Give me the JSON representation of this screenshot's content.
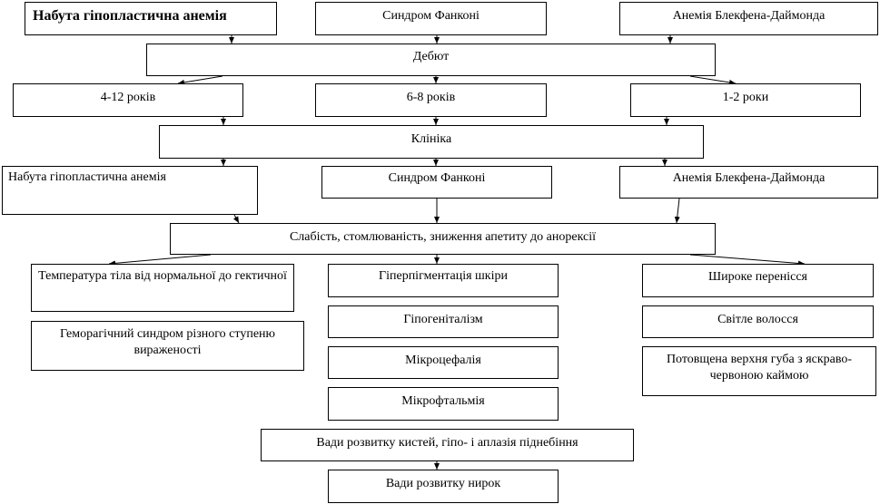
{
  "top": {
    "acquired": "Набута гіпопластична анемія",
    "fanconi": "Синдром Фанконі",
    "diamond": "Анемія Блекфена-Даймонда"
  },
  "onset": {
    "label": "Дебют",
    "ages": [
      "4-12 років",
      "6-8 років",
      "1-2 роки"
    ]
  },
  "clinic": {
    "label": "Клініка",
    "acquired": "Набута гіпопластична анемія",
    "fanconi": "Синдром Фанконі",
    "diamond": "Анемія Блекфена-Даймонда"
  },
  "common": "Слабість, стомлюваність, зниження апетиту до анорексії",
  "acquired_signs": [
    "Температура тіла від нормальної до гектичної",
    "Геморагічний синдром різного ступеню вираженості"
  ],
  "fanconi_signs": [
    "Гіперпігментація шкіри",
    "Гіпогеніталізм",
    "Мікроцефалія",
    "Мікрофтальмія",
    "Вади розвитку кистей, гіпо- і аплазія піднебіння",
    "Вади розвитку нирок"
  ],
  "diamond_signs": [
    "Широке перенісся",
    "Світле волосся",
    "Потовщена верхня губа з яскраво-червоною каймою"
  ]
}
